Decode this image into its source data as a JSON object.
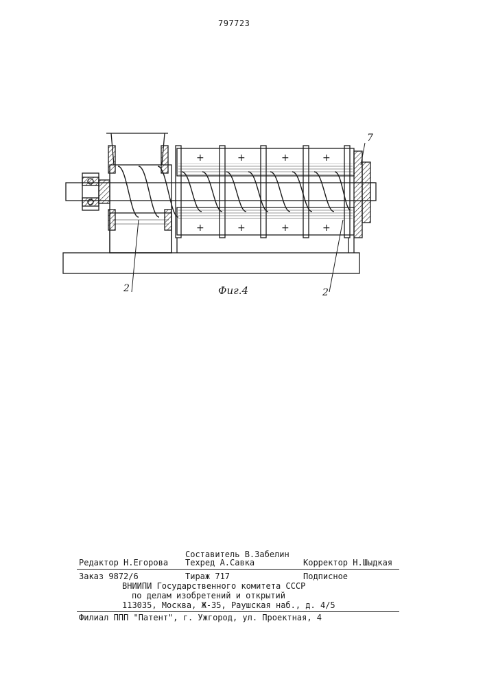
{
  "header": {
    "patent_number": "797723"
  },
  "figure": {
    "caption": "Фиг.4",
    "callouts": {
      "left_lower": "2",
      "right_lower": "2",
      "right_upper": "7"
    },
    "plus_mark": "+"
  },
  "colophon": {
    "editor": "Редактор Н.Егорова",
    "composer": "Составитель В.Забелин",
    "techred": "Техред  А.Савка",
    "corrector": "Корректор Н.Шыдкая",
    "order": "Заказ 9872/6",
    "circulation": "Тираж 717",
    "subscription": "Подписное",
    "org_line1": "ВНИИПИ Государственного комитета СССР",
    "org_line2": "по делам изобретений и открытий",
    "org_address": "113035, Москва, Ж-35, Раушская наб., д. 4/5",
    "branch": "Филиал ППП \"Патент\", г. Ужгород, ул. Проектная, 4"
  }
}
